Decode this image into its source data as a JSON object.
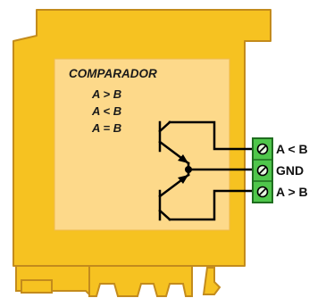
{
  "module": {
    "title": "COMPARADOR",
    "conditions": [
      "A > B",
      "A < B",
      "A = B"
    ]
  },
  "terminals": [
    {
      "label": "A < B"
    },
    {
      "label": "GND"
    },
    {
      "label": "A > B"
    }
  ],
  "colors": {
    "housing_fill": "#f6c221",
    "housing_outline": "#c38b1c",
    "panel_fill": "#fdd98a",
    "terminal_fill": "#4fc64b",
    "terminal_outline": "#1f6d1f",
    "wire": "#000000"
  }
}
